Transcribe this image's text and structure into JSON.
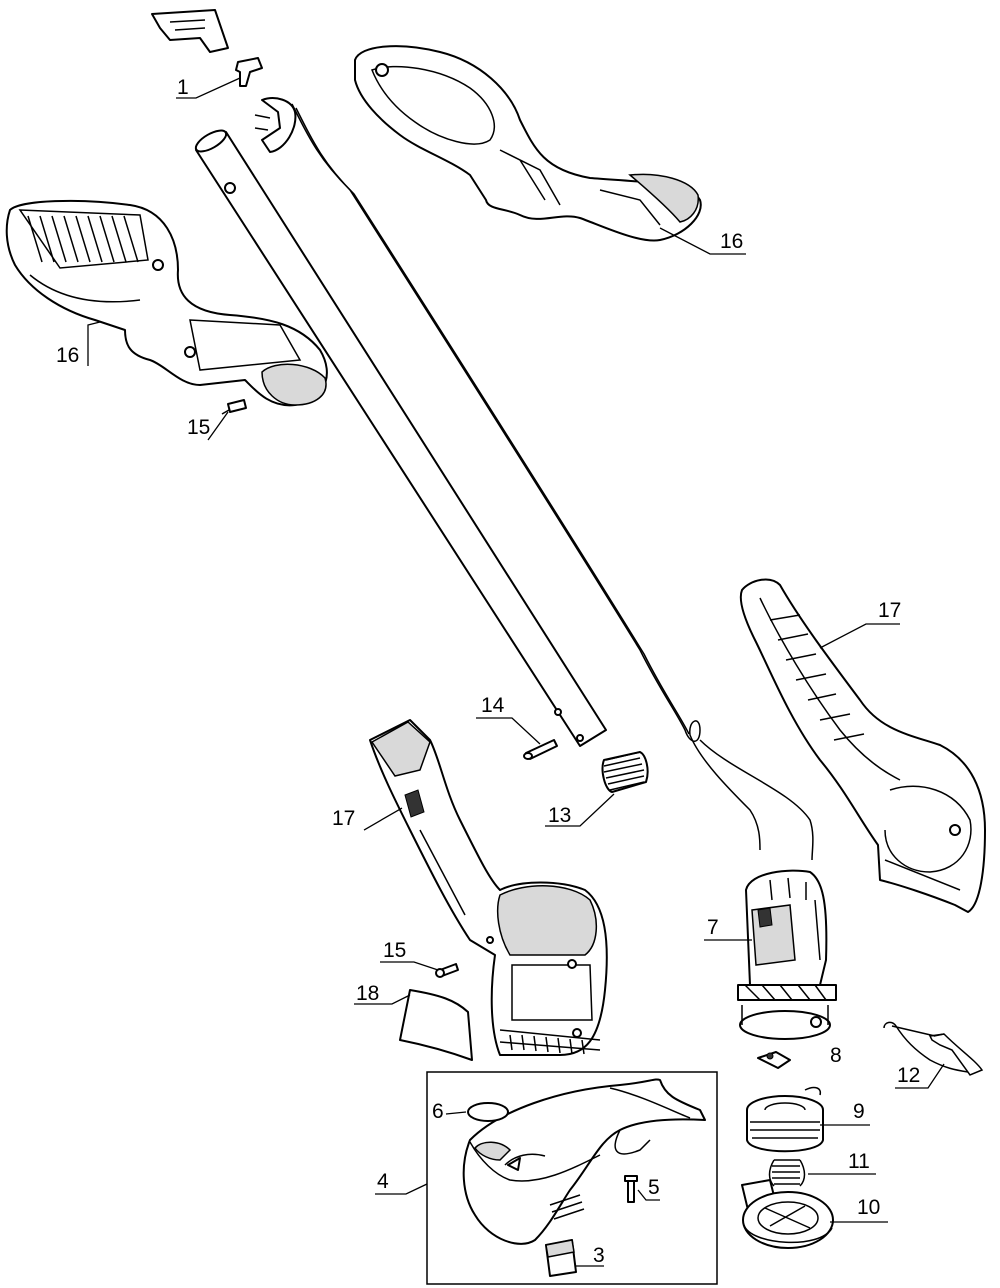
{
  "callouts": {
    "c1": "1",
    "c3": "3",
    "c4": "4",
    "c5": "5",
    "c6": "6",
    "c7": "7",
    "c8": "8",
    "c9": "9",
    "c10": "10",
    "c11": "11",
    "c12": "12",
    "c13": "13",
    "c14": "14",
    "c15a": "15",
    "c15b": "15",
    "c16a": "16",
    "c16b": "16",
    "c17a": "17",
    "c17b": "17",
    "c18": "18"
  }
}
